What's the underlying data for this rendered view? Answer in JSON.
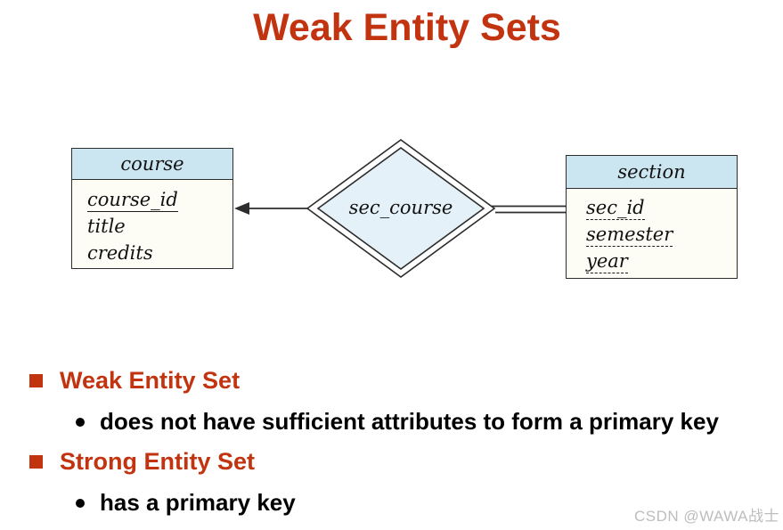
{
  "slide": {
    "title": "Weak Entity Sets",
    "watermark": "CSDN @WAWA战士"
  },
  "diagram": {
    "course_entity": {
      "name": "course",
      "attributes": [
        {
          "label": "course_id",
          "underline": "solid"
        },
        {
          "label": "title",
          "underline": "none"
        },
        {
          "label": "credits",
          "underline": "none"
        }
      ]
    },
    "relationship": {
      "name": "sec_course",
      "shape": "double-diamond-identifying-relationship",
      "course_link": "single-line-with-arrow-to-course",
      "section_link": "double-line-total-participation"
    },
    "section_entity": {
      "name": "section",
      "attributes": [
        {
          "label": "sec_id",
          "underline": "dashed"
        },
        {
          "label": "semester",
          "underline": "dashed"
        },
        {
          "label": "year",
          "underline": "dashed"
        }
      ]
    }
  },
  "bullets": [
    {
      "level": 1,
      "text": "Weak Entity Set"
    },
    {
      "level": 2,
      "text": "does not have sufficient attributes to form a primary key"
    },
    {
      "level": 1,
      "text": "Strong Entity Set"
    },
    {
      "level": 2,
      "text": "has a primary key"
    }
  ],
  "colors": {
    "accent_red": "#c23310",
    "entity_header_blue": "#cbe5f1",
    "diamond_fill_blue": "#e5f1f8",
    "box_background": "#fdfdf6",
    "diagram_line": "#2d2d2d",
    "watermark_gray": "#bdbdbd",
    "body_text": "#000000"
  }
}
